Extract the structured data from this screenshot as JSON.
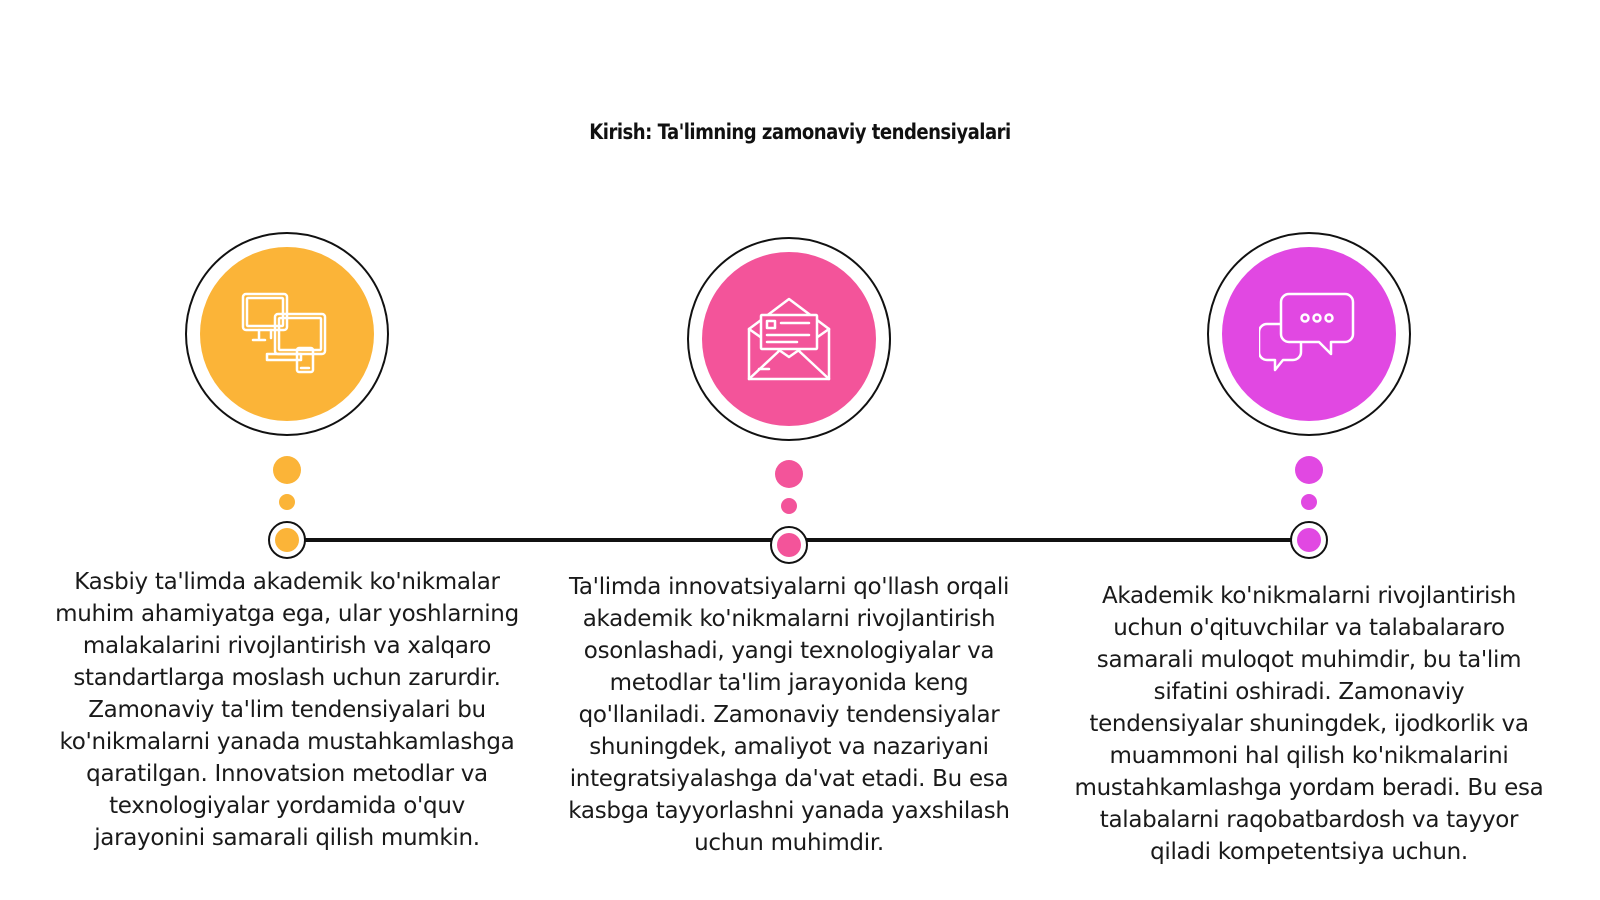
{
  "slide": {
    "title": "Kirish: Ta'limning zamonaviy tendensiyalari"
  },
  "items": [
    {
      "icon": "devices-icon",
      "color": "#FBB438",
      "text": "Kasbiy ta'limda akademik ko'nikmalar muhim ahamiyatga ega, ular yoshlarning malakalarini rivojlantirish va xalqaro standartlarga moslash uchun zarurdir. Zamonaviy ta'lim tendensiyalari bu ko'nikmalarni yanada mustahkamlashga qaratilgan. Innovatsion metodlar va texnologiyalar yordamida o'quv jarayonini samarali qilish mumkin."
    },
    {
      "icon": "envelope-letter-icon",
      "color": "#F3549A",
      "text": "Ta'limda innovatsiyalarni qo'llash orqali akademik ko'nikmalarni rivojlantirish osonlashadi, yangi texnologiyalar va metodlar ta'lim jarayonida keng qo'llaniladi. Zamonaviy tendensiyalar shuningdek, amaliyot va nazariyani integratsiyalashga da'vat etadi. Bu esa kasbga tayyorlashni yanada yaxshilash uchun muhimdir."
    },
    {
      "icon": "chat-bubbles-icon",
      "color": "#E148E2",
      "text": "Akademik ko'nikmalarni rivojlantirish uchun o'qituvchilar va talabalararo samarali muloqot muhimdir, bu ta'lim sifatini oshiradi. Zamonaviy tendensiyalar shuningdek, ijodkorlik va muammoni hal qilish ko'nikmalarini mustahkamlashga yordam beradi. Bu esa talabalarni raqobatbardosh va tayyor qiladi kompetentsiya uchun."
    }
  ]
}
